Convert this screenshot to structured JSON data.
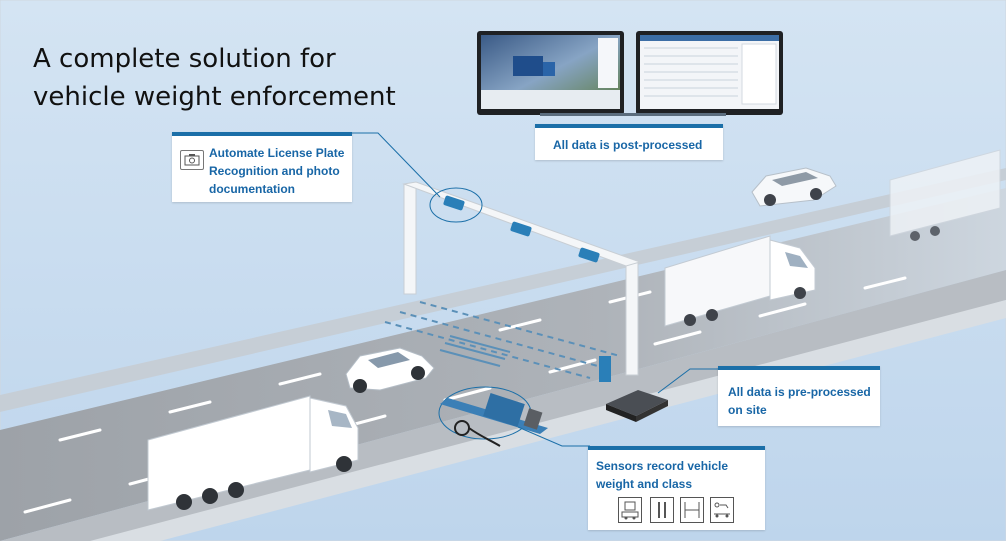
{
  "title": {
    "line1": "A complete solution for",
    "line2": "vehicle weight enforcement"
  },
  "callouts": {
    "alpr": {
      "text": "Automate License Plate Recognition and photo documentation",
      "icon": "camera-icon"
    },
    "post": {
      "text": "All data is post-processed"
    },
    "pre": {
      "text": "All data is pre-processed on site"
    },
    "sensors": {
      "text": "Sensors record vehicle weight and class",
      "icons": [
        "vehicle-weight-icon",
        "axle-gap-icon",
        "axle-spacing-icon",
        "vehicle-class-icon"
      ]
    }
  },
  "colors": {
    "sky": "#c9dcef",
    "road": "#a9adb2",
    "accent": "#1b6fa8",
    "callout_text": "#1866a6"
  }
}
